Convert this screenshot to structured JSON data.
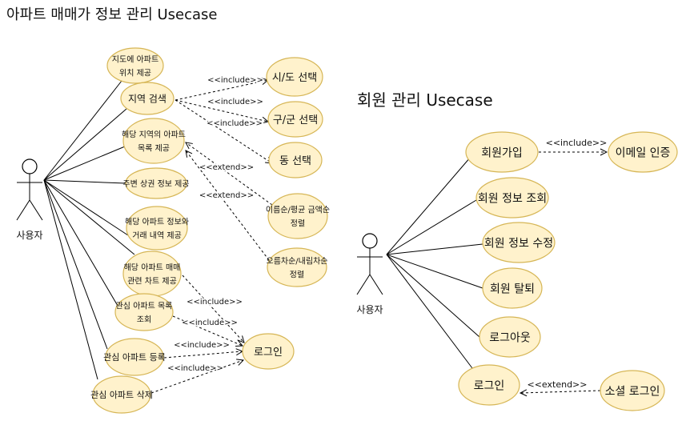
{
  "left": {
    "title": "아파트 매매가 정보 관리 Usecase",
    "actor": "사용자",
    "nodes": [
      {
        "id": "map",
        "lines": [
          "지도에 아파트",
          "위치 제공"
        ]
      },
      {
        "id": "region",
        "lines": [
          "지역 검색"
        ]
      },
      {
        "id": "list",
        "lines": [
          "해당 지역의 아파트",
          "목록 제공"
        ]
      },
      {
        "id": "shops",
        "lines": [
          "주변 상권 정보 제공"
        ]
      },
      {
        "id": "info",
        "lines": [
          "해당 아파트 정보와",
          "거래 내역 제공"
        ]
      },
      {
        "id": "chart",
        "lines": [
          "해당 아파트 매매",
          "관련 차트 제공"
        ]
      },
      {
        "id": "favlist",
        "lines": [
          "관심 아파트 목록",
          "조회"
        ]
      },
      {
        "id": "favadd",
        "lines": [
          "관심 아파트 등록"
        ]
      },
      {
        "id": "favdel",
        "lines": [
          "관심 아파트 삭제"
        ]
      },
      {
        "id": "sido",
        "lines": [
          "시/도 선택"
        ]
      },
      {
        "id": "gugun",
        "lines": [
          "구/군 선택"
        ]
      },
      {
        "id": "dong",
        "lines": [
          "동 선택"
        ]
      },
      {
        "id": "sortname",
        "lines": [
          "이름순/평균 금액순",
          "정렬"
        ]
      },
      {
        "id": "sortorder",
        "lines": [
          "오름차순/내림차순",
          "정렬"
        ]
      },
      {
        "id": "login",
        "lines": [
          "로그인"
        ]
      }
    ],
    "associations": [
      "map",
      "region",
      "list",
      "shops",
      "info",
      "chart",
      "favlist",
      "favadd",
      "favdel"
    ],
    "dependencies": [
      {
        "from": "region",
        "to": "sido",
        "label": "<<include>>"
      },
      {
        "from": "region",
        "to": "gugun",
        "label": "<<include>>"
      },
      {
        "from": "region",
        "to": "dong",
        "label": "<<include>>"
      },
      {
        "from": "sortname",
        "to": "list",
        "label": "<<extend>>"
      },
      {
        "from": "sortorder",
        "to": "list",
        "label": "<<extend>>"
      },
      {
        "from": "chart",
        "to": "login",
        "label": "<<include>>"
      },
      {
        "from": "favlist",
        "to": "login",
        "label": "<<include>>"
      },
      {
        "from": "favadd",
        "to": "login",
        "label": "<<include>>"
      },
      {
        "from": "favdel",
        "to": "login",
        "label": "<<include>>"
      }
    ]
  },
  "right": {
    "title": "회원 관리 Usecase",
    "actor": "사용자",
    "nodes": [
      {
        "id": "signup",
        "lines": [
          "회원가입"
        ]
      },
      {
        "id": "email",
        "lines": [
          "이메일 인증"
        ]
      },
      {
        "id": "view",
        "lines": [
          "회원 정보 조회"
        ]
      },
      {
        "id": "edit",
        "lines": [
          "회원 정보 수정"
        ]
      },
      {
        "id": "withdraw",
        "lines": [
          "회원 탈퇴"
        ]
      },
      {
        "id": "logout",
        "lines": [
          "로그아웃"
        ]
      },
      {
        "id": "login2",
        "lines": [
          "로그인"
        ]
      },
      {
        "id": "social",
        "lines": [
          "소셜 로그인"
        ]
      }
    ],
    "associations": [
      "signup",
      "view",
      "edit",
      "withdraw",
      "logout",
      "login2"
    ],
    "dependencies": [
      {
        "from": "signup",
        "to": "email",
        "label": "<<include>>"
      },
      {
        "from": "social",
        "to": "login2",
        "label": "<<extend>>"
      }
    ]
  },
  "colors": {
    "usecase_fill": "#fff2cc",
    "usecase_stroke": "#d6b656"
  }
}
